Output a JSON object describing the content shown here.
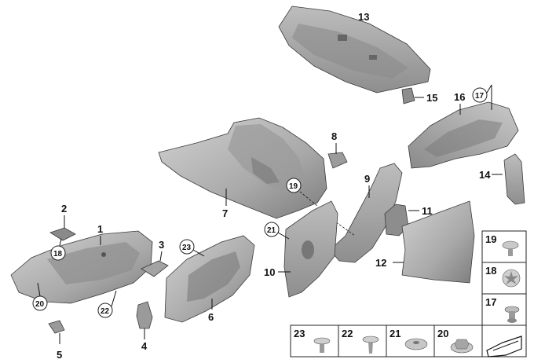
{
  "callouts": {
    "c1": "1",
    "c2": "2",
    "c3": "3",
    "c4": "4",
    "c5": "5",
    "c6": "6",
    "c7": "7",
    "c8": "8",
    "c9": "9",
    "c10": "10",
    "c11": "11",
    "c12": "12",
    "c13": "13",
    "c14": "14",
    "c15": "15",
    "c16": "16",
    "c17": "17",
    "c18": "18",
    "c19": "19",
    "c20": "20",
    "c21": "21",
    "c22": "22",
    "c23": "23"
  },
  "legend": {
    "l19": "19",
    "l18": "18",
    "l17": "17",
    "l23": "23",
    "l22": "22",
    "l21": "21",
    "l20": "20"
  },
  "colors": {
    "part_fill": "#b8b8b8",
    "part_dark": "#8a8a8a",
    "outline": "#3a3a3a"
  }
}
